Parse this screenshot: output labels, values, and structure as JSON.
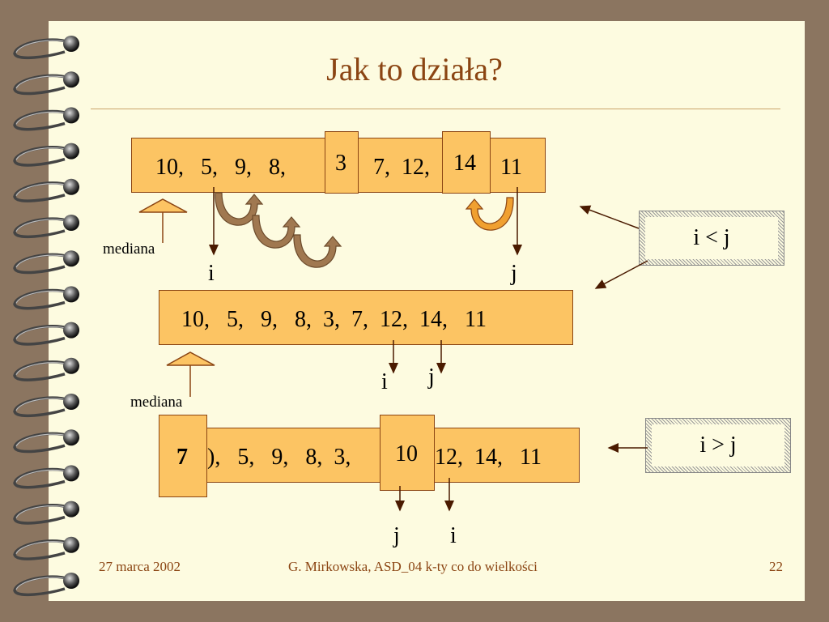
{
  "title": "Jak to działa?",
  "row1": {
    "left": "10,   5,   9,   8,",
    "box_a": "3",
    "mid": "7,  12,",
    "box_b": "14",
    "right": "11"
  },
  "row2": {
    "seq": "10,   5,   9,   8,  3,  7,  12,  14,   11"
  },
  "row3": {
    "box_a": "7",
    "left": "),   5,   9,   8,  3,",
    "box_b": "10",
    "right": "12,  14,   11"
  },
  "labels": {
    "i1": "i",
    "j1": "j",
    "i2": "i",
    "j2": "j",
    "j3": "j",
    "i3": "i",
    "mediana1": "mediana",
    "mediana2": "mediana"
  },
  "notes": {
    "less": "i < j",
    "greater": "i > j"
  },
  "footer": {
    "date": "27 marca 2002",
    "author": "G. Mirkowska, ASD_04   k-ty co do wielkości",
    "page": "22"
  },
  "colors": {
    "box_fill": "#fcc463",
    "title": "#8b4513",
    "paper": "#fdfbe0",
    "border": "#8b7560"
  }
}
